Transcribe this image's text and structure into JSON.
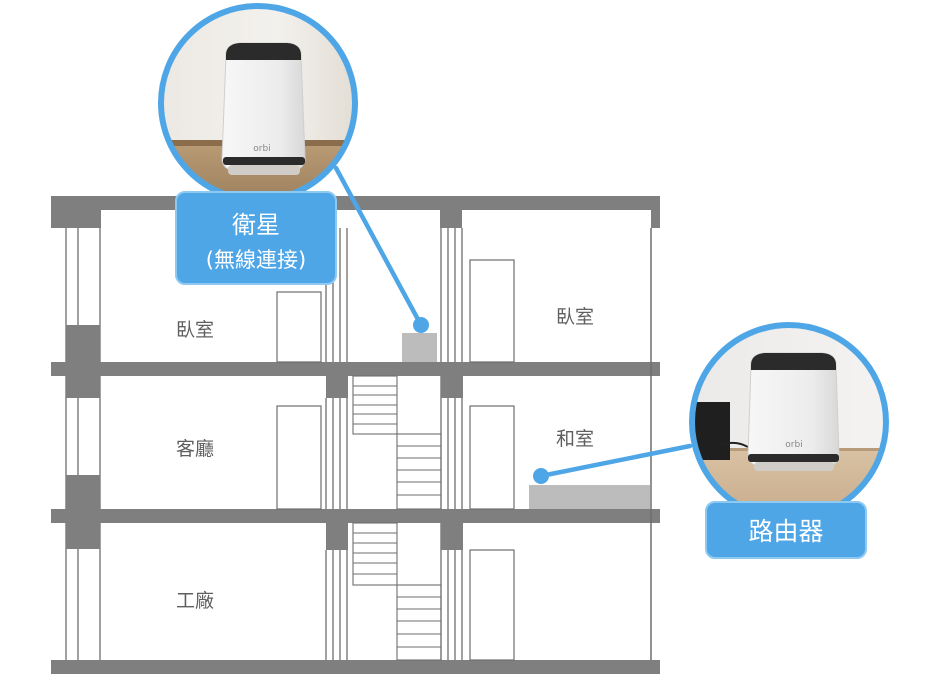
{
  "rooms": {
    "bedroom_left": "臥室",
    "bedroom_right": "臥室",
    "living_room": "客廳",
    "japanese_room": "和室",
    "workshop": "工廠"
  },
  "callouts": {
    "satellite": {
      "title": "衛星",
      "subtitle": "(無線連接)"
    },
    "router": {
      "title": "路由器"
    }
  },
  "device": {
    "logo": "orbi"
  },
  "colors": {
    "wall": "#7f7f7f",
    "line": "#6e6e6e",
    "accent": "#4fa6e6",
    "accent_border": "#8ec9f2",
    "furniture": "#bcbcbc",
    "text": "#5f5f5f"
  }
}
